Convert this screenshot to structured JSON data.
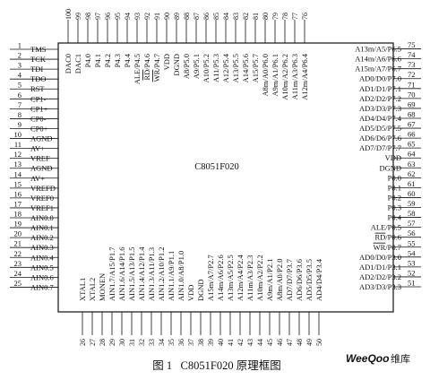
{
  "chip_name": "C8051F020",
  "caption": "图 1   C8051F020 原理框图",
  "watermark": {
    "brand": "WeeQoo",
    "suffix": "维库"
  },
  "colors": {
    "ink": "#111111",
    "watermark": "#cfcfcf"
  },
  "pins": {
    "left": [
      {
        "num": "1",
        "label": "TMS"
      },
      {
        "num": "2",
        "label": "TCK"
      },
      {
        "num": "3",
        "label": "TDI"
      },
      {
        "num": "4",
        "label": "TDO"
      },
      {
        "num": "5",
        "label": "RST"
      },
      {
        "num": "6",
        "label": "CP1-"
      },
      {
        "num": "7",
        "label": "CP1+"
      },
      {
        "num": "8",
        "label": "CP0-"
      },
      {
        "num": "9",
        "label": "CP0+"
      },
      {
        "num": "10",
        "label": "AGND"
      },
      {
        "num": "11",
        "label": "AV+"
      },
      {
        "num": "12",
        "label": "VREF"
      },
      {
        "num": "13",
        "label": "AGND"
      },
      {
        "num": "14",
        "label": "AV+"
      },
      {
        "num": "15",
        "label": "VREFD"
      },
      {
        "num": "16",
        "label": "VREF0"
      },
      {
        "num": "17",
        "label": "VREF1"
      },
      {
        "num": "18",
        "label": "AIN0.0"
      },
      {
        "num": "19",
        "label": "AIN0.1"
      },
      {
        "num": "20",
        "label": "AIN0.2"
      },
      {
        "num": "21",
        "label": "AIN0.3"
      },
      {
        "num": "22",
        "label": "AIN0.4"
      },
      {
        "num": "23",
        "label": "AIN0.5"
      },
      {
        "num": "24",
        "label": "AIN0.6"
      },
      {
        "num": "25",
        "label": "AIN0.7"
      }
    ],
    "bottom": [
      {
        "num": "26",
        "label": "XTAL1"
      },
      {
        "num": "27",
        "label": "XTAL2"
      },
      {
        "num": "28",
        "label": "MONEN"
      },
      {
        "num": "29",
        "label": "AIN1.7/A15/P1.7"
      },
      {
        "num": "30",
        "label": "AIN1.6/A14/P1.6"
      },
      {
        "num": "31",
        "label": "AIN1.5/A13/P1.5"
      },
      {
        "num": "32",
        "label": "AIN1.4/A12/P1.4"
      },
      {
        "num": "33",
        "label": "AIN1.3/A11/P1.3"
      },
      {
        "num": "34",
        "label": "AIN1.2/A10/P1.2"
      },
      {
        "num": "35",
        "label": "AIN1.1/A9/P1.1"
      },
      {
        "num": "36",
        "label": "AIN1.0/A8/P1.0"
      },
      {
        "num": "37",
        "label": "VDD"
      },
      {
        "num": "38",
        "label": "DGND"
      },
      {
        "num": "39",
        "label": "A15m/A7/P2.7"
      },
      {
        "num": "40",
        "label": "A14m/A6/P2.6"
      },
      {
        "num": "41",
        "label": "A13m/A5/P2.5"
      },
      {
        "num": "42",
        "label": "A12m/A4/P2.4"
      },
      {
        "num": "43",
        "label": "A11m/A3/P2.3"
      },
      {
        "num": "44",
        "label": "A10m/A2/P2.2"
      },
      {
        "num": "45",
        "label": "A9m/A1/P2.1"
      },
      {
        "num": "46",
        "label": "A8m/A0/P2.0"
      },
      {
        "num": "47",
        "label": "AD7/D7/P3.7"
      },
      {
        "num": "48",
        "label": "AD6/D6/P3.6"
      },
      {
        "num": "49",
        "label": "AD5/D5/P3.5"
      },
      {
        "num": "50",
        "label": "AD4/D4/P3.4"
      }
    ],
    "right": [
      {
        "num": "51",
        "label": "AD3/D3/P3.3"
      },
      {
        "num": "52",
        "label": "AD2/D2/P3.2"
      },
      {
        "num": "53",
        "label": "AD1/D1/P3.1"
      },
      {
        "num": "54",
        "label": "AD0/D0/P3.0"
      },
      {
        "num": "55",
        "label": "WR/P0.7"
      },
      {
        "num": "56",
        "label": "RD/P0.6"
      },
      {
        "num": "57",
        "label": "ALE/P0.5"
      },
      {
        "num": "58",
        "label": "P0.4"
      },
      {
        "num": "59",
        "label": "P0.3"
      },
      {
        "num": "60",
        "label": "P0.2"
      },
      {
        "num": "61",
        "label": "P0.1"
      },
      {
        "num": "62",
        "label": "P0.0"
      },
      {
        "num": "63",
        "label": "DGND"
      },
      {
        "num": "64",
        "label": "VDD"
      },
      {
        "num": "65",
        "label": "AD7/D7/P7.7"
      },
      {
        "num": "66",
        "label": "AD6/D6/P7.6"
      },
      {
        "num": "67",
        "label": "AD5/D5/P7.5"
      },
      {
        "num": "68",
        "label": "AD4/D4/P7.4"
      },
      {
        "num": "69",
        "label": "AD3/D3/P7.3"
      },
      {
        "num": "70",
        "label": "AD2/D2/P7.2"
      },
      {
        "num": "71",
        "label": "AD1/D1/P7.1"
      },
      {
        "num": "72",
        "label": "AD0/D0/P7.0"
      },
      {
        "num": "73",
        "label": "A15m/A7/P6.7"
      },
      {
        "num": "74",
        "label": "A14m/A6/P6.6"
      },
      {
        "num": "75",
        "label": "A13m/A5/P6.5"
      }
    ],
    "top": [
      {
        "num": "76",
        "label": "A12m/A4/P6.4"
      },
      {
        "num": "77",
        "label": "A11m/A3/P6.3"
      },
      {
        "num": "78",
        "label": "A10m/A2/P6.2"
      },
      {
        "num": "79",
        "label": "A9m/A1/P6.1"
      },
      {
        "num": "80",
        "label": "A8m/A0/P6.0"
      },
      {
        "num": "81",
        "label": "A15/P5.7"
      },
      {
        "num": "82",
        "label": "A14/P5.6"
      },
      {
        "num": "83",
        "label": "A13/P5.5"
      },
      {
        "num": "84",
        "label": "A12/P5.4"
      },
      {
        "num": "85",
        "label": "A11/P5.3"
      },
      {
        "num": "86",
        "label": "A10/P5.2"
      },
      {
        "num": "87",
        "label": "A9/P5.1"
      },
      {
        "num": "88",
        "label": "A8/P5.0"
      },
      {
        "num": "89",
        "label": "DGND"
      },
      {
        "num": "90",
        "label": "VDD"
      },
      {
        "num": "91",
        "label": "WR/P4.7"
      },
      {
        "num": "92",
        "label": "RD/P4.6"
      },
      {
        "num": "93",
        "label": "ALE/P4.5"
      },
      {
        "num": "94",
        "label": "P4.4"
      },
      {
        "num": "95",
        "label": "P4.3"
      },
      {
        "num": "96",
        "label": "P4.2"
      },
      {
        "num": "97",
        "label": "P4.1"
      },
      {
        "num": "98",
        "label": "P4.0"
      },
      {
        "num": "99",
        "label": "DAC1"
      },
      {
        "num": "100",
        "label": "DAC0"
      }
    ]
  }
}
